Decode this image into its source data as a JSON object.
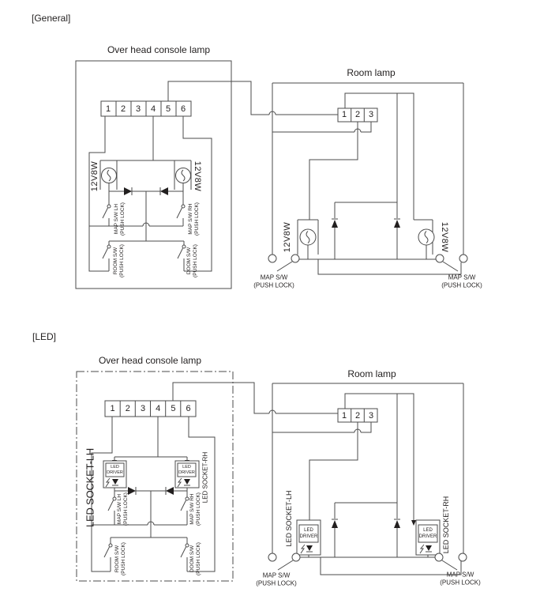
{
  "page": {
    "background": "#ffffff",
    "wire_color": "#4b4b4b",
    "text_color": "#221f1f"
  },
  "general": {
    "section": "[General]",
    "overhead_title": "Over head console lamp",
    "room_title": "Room lamp",
    "overhead_pins": [
      "1",
      "2",
      "3",
      "4",
      "5",
      "6"
    ],
    "room_pins": [
      "1",
      "2",
      "3"
    ],
    "bulb_rating": "12V8W"
  },
  "led": {
    "section": "[LED]",
    "overhead_title": "Over head console lamp",
    "room_title": "Room lamp",
    "overhead_pins": [
      "1",
      "2",
      "3",
      "4",
      "5",
      "6"
    ],
    "room_pins": [
      "1",
      "2",
      "3"
    ],
    "socket_lh": "LED SOCKET-LH",
    "socket_rh": "LED SOCKET-RH",
    "driver_line1": "LED",
    "driver_line2": "DRIVER"
  },
  "switches": {
    "map_lh": "MAP S/W LH",
    "map_rh": "MAP S/W RH",
    "room": "ROOM S/W",
    "doom": "DOOM S/W",
    "map": "MAP S/W",
    "push_lock": "(PUSH LOCK)"
  }
}
